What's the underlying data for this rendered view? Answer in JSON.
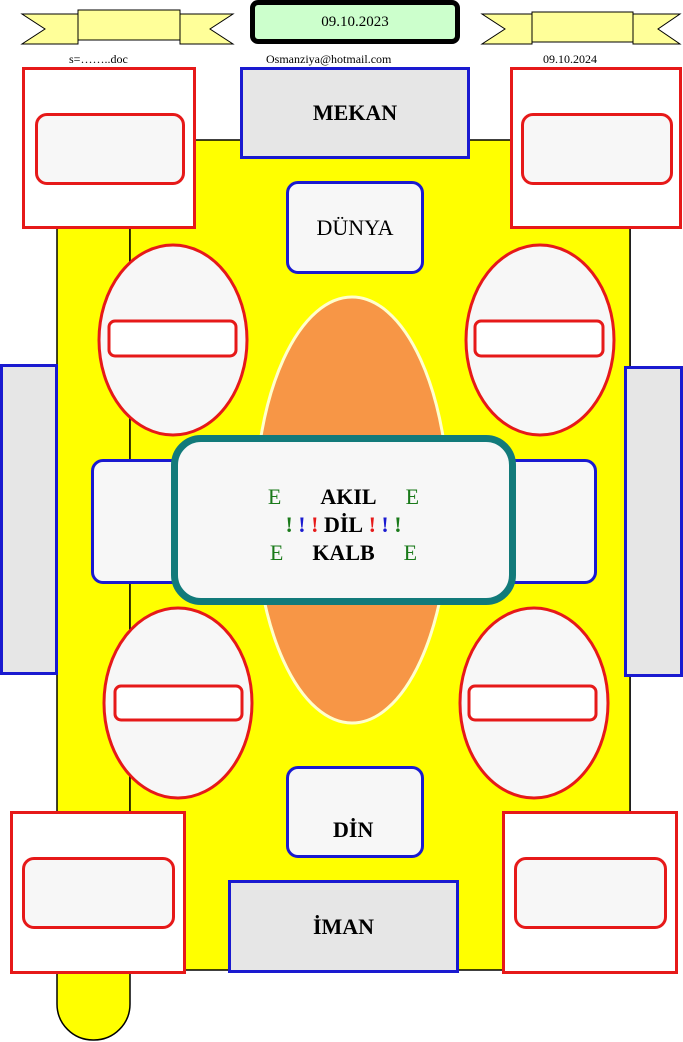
{
  "header": {
    "date_center": "09.10.2023",
    "left_label": "s=……..doc",
    "center_label": "Osmanziya@hotmail.com",
    "right_label": "09.10.2024"
  },
  "labels": {
    "top": "MEKAN",
    "upper": "DÜNYA",
    "lower": "DİN",
    "bottom": "İMAN"
  },
  "center": {
    "line1": {
      "left": "E",
      "word": "AKIL",
      "right": "E"
    },
    "line2": {
      "marks_left": [
        "!",
        "!",
        "!"
      ],
      "word": "DİL",
      "marks_right": [
        "!",
        "!",
        "!"
      ]
    },
    "line3": {
      "left": "E",
      "word": "KALB",
      "right": "E"
    }
  },
  "colors": {
    "table": "#ffff00",
    "oval": "#f79646",
    "blue": "#1a1ad0",
    "red": "#e61919",
    "teal": "#127a7a",
    "green": "#1a7a1a",
    "banner": "#ffff99",
    "date_bg": "#ccffcc"
  }
}
